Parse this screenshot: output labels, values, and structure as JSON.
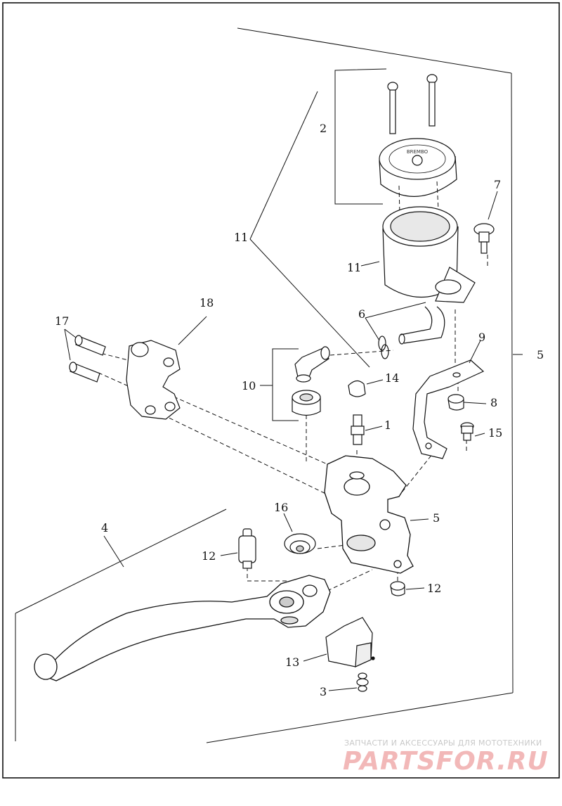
{
  "callouts": {
    "c1": "1",
    "c2": "2",
    "c3": "3",
    "c4": "4",
    "c5a": "5",
    "c5b": "5",
    "c6": "6",
    "c7": "7",
    "c8": "8",
    "c9": "9",
    "c10": "10",
    "c11a": "11",
    "c11b": "11",
    "c12a": "12",
    "c12b": "12",
    "c13": "13",
    "c14": "14",
    "c15": "15",
    "c16": "16",
    "c17": "17",
    "c18": "18"
  },
  "cap_marking": "BREMBO",
  "watermark": {
    "tagline": "ЗАПЧАСТИ И АКСЕССУАРЫ ДЛЯ МОТОТЕХНИКИ",
    "logo": "PARTSFOR.RU"
  },
  "colors": {
    "line": "#111111",
    "watermark_text": "#c9c9c9",
    "watermark_logo": "#f2b8b8"
  }
}
